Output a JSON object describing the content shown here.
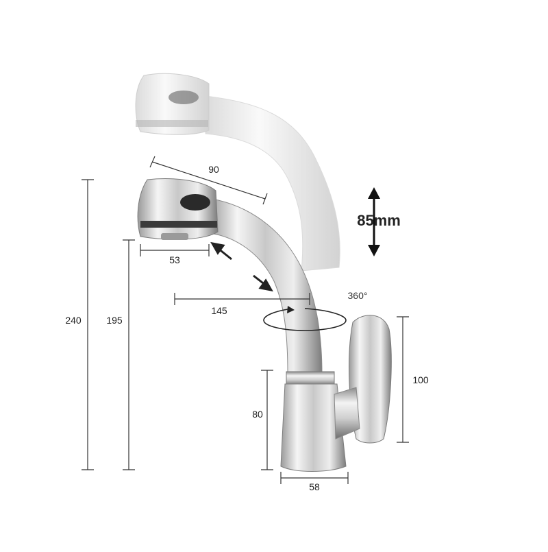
{
  "dimensions": {
    "total_height": "240",
    "spout_height": "195",
    "spray_head_length": "90",
    "spray_head_diameter": "53",
    "spout_reach": "145",
    "base_height": "80",
    "base_diameter": "58",
    "handle_height": "100",
    "pull_out_travel": "85mm",
    "rotation": "360°"
  },
  "colors": {
    "dimension_line": "#333333",
    "chrome_light": "#f2f2f2",
    "chrome_dark": "#5a5a5a"
  }
}
